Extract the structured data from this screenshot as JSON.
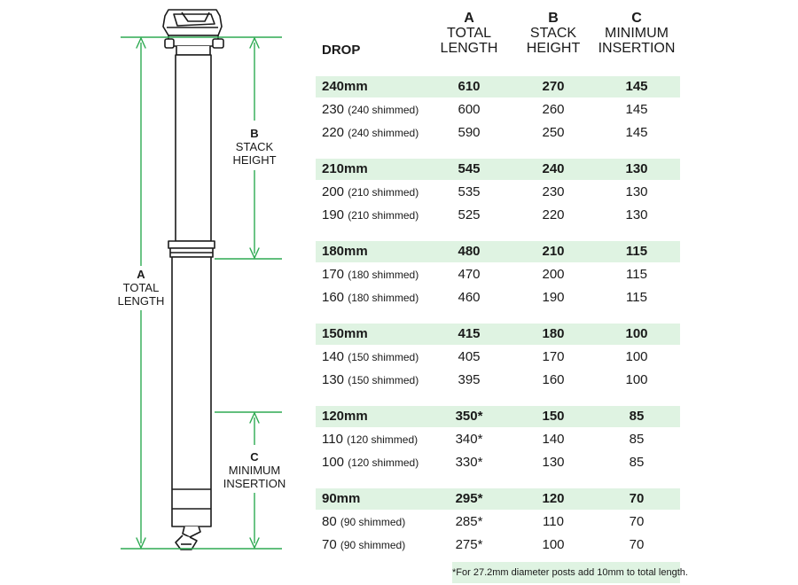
{
  "diagram": {
    "label_a": {
      "letter": "A",
      "line1": "TOTAL",
      "line2": "LENGTH"
    },
    "label_b": {
      "letter": "B",
      "line1": "STACK",
      "line2": "HEIGHT"
    },
    "label_c": {
      "letter": "C",
      "line1": "MINIMUM",
      "line2": "INSERTION"
    },
    "accent_color": "#2eaa52"
  },
  "table": {
    "headers": {
      "drop": "DROP",
      "a": {
        "letter": "A",
        "line1": "TOTAL",
        "line2": "LENGTH"
      },
      "b": {
        "letter": "B",
        "line1": "STACK",
        "line2": "HEIGHT"
      },
      "c": {
        "letter": "C",
        "line1": "MINIMUM",
        "line2": "INSERTION"
      }
    },
    "groups": [
      {
        "rows": [
          {
            "drop": "240mm",
            "note": "",
            "a": "610",
            "b": "270",
            "c": "145"
          },
          {
            "drop": "230",
            "note": "(240 shimmed)",
            "a": "600",
            "b": "260",
            "c": "145"
          },
          {
            "drop": "220",
            "note": "(240 shimmed)",
            "a": "590",
            "b": "250",
            "c": "145"
          }
        ]
      },
      {
        "rows": [
          {
            "drop": "210mm",
            "note": "",
            "a": "545",
            "b": "240",
            "c": "130"
          },
          {
            "drop": "200",
            "note": "(210 shimmed)",
            "a": "535",
            "b": "230",
            "c": "130"
          },
          {
            "drop": "190",
            "note": "(210 shimmed)",
            "a": "525",
            "b": "220",
            "c": "130"
          }
        ]
      },
      {
        "rows": [
          {
            "drop": "180mm",
            "note": "",
            "a": "480",
            "b": "210",
            "c": "115"
          },
          {
            "drop": "170",
            "note": "(180 shimmed)",
            "a": "470",
            "b": "200",
            "c": "115"
          },
          {
            "drop": "160",
            "note": "(180 shimmed)",
            "a": "460",
            "b": "190",
            "c": "115"
          }
        ]
      },
      {
        "rows": [
          {
            "drop": "150mm",
            "note": "",
            "a": "415",
            "b": "180",
            "c": "100"
          },
          {
            "drop": "140",
            "note": "(150 shimmed)",
            "a": "405",
            "b": "170",
            "c": "100"
          },
          {
            "drop": "130",
            "note": "(150 shimmed)",
            "a": "395",
            "b": "160",
            "c": "100"
          }
        ]
      },
      {
        "rows": [
          {
            "drop": "120mm",
            "note": "",
            "a": "350*",
            "b": "150",
            "c": "85"
          },
          {
            "drop": "110",
            "note": "(120 shimmed)",
            "a": "340*",
            "b": "140",
            "c": "85"
          },
          {
            "drop": "100",
            "note": "(120 shimmed)",
            "a": "330*",
            "b": "130",
            "c": "85"
          }
        ]
      },
      {
        "rows": [
          {
            "drop": "90mm",
            "note": "",
            "a": "295*",
            "b": "120",
            "c": "70"
          },
          {
            "drop": "80",
            "note": "(90 shimmed)",
            "a": "285*",
            "b": "110",
            "c": "70"
          },
          {
            "drop": "70",
            "note": "(90 shimmed)",
            "a": "275*",
            "b": "100",
            "c": "70"
          }
        ]
      }
    ],
    "highlight_color": "#dff3e2",
    "footnote": "*For 27.2mm diameter posts add 10mm to total length."
  }
}
